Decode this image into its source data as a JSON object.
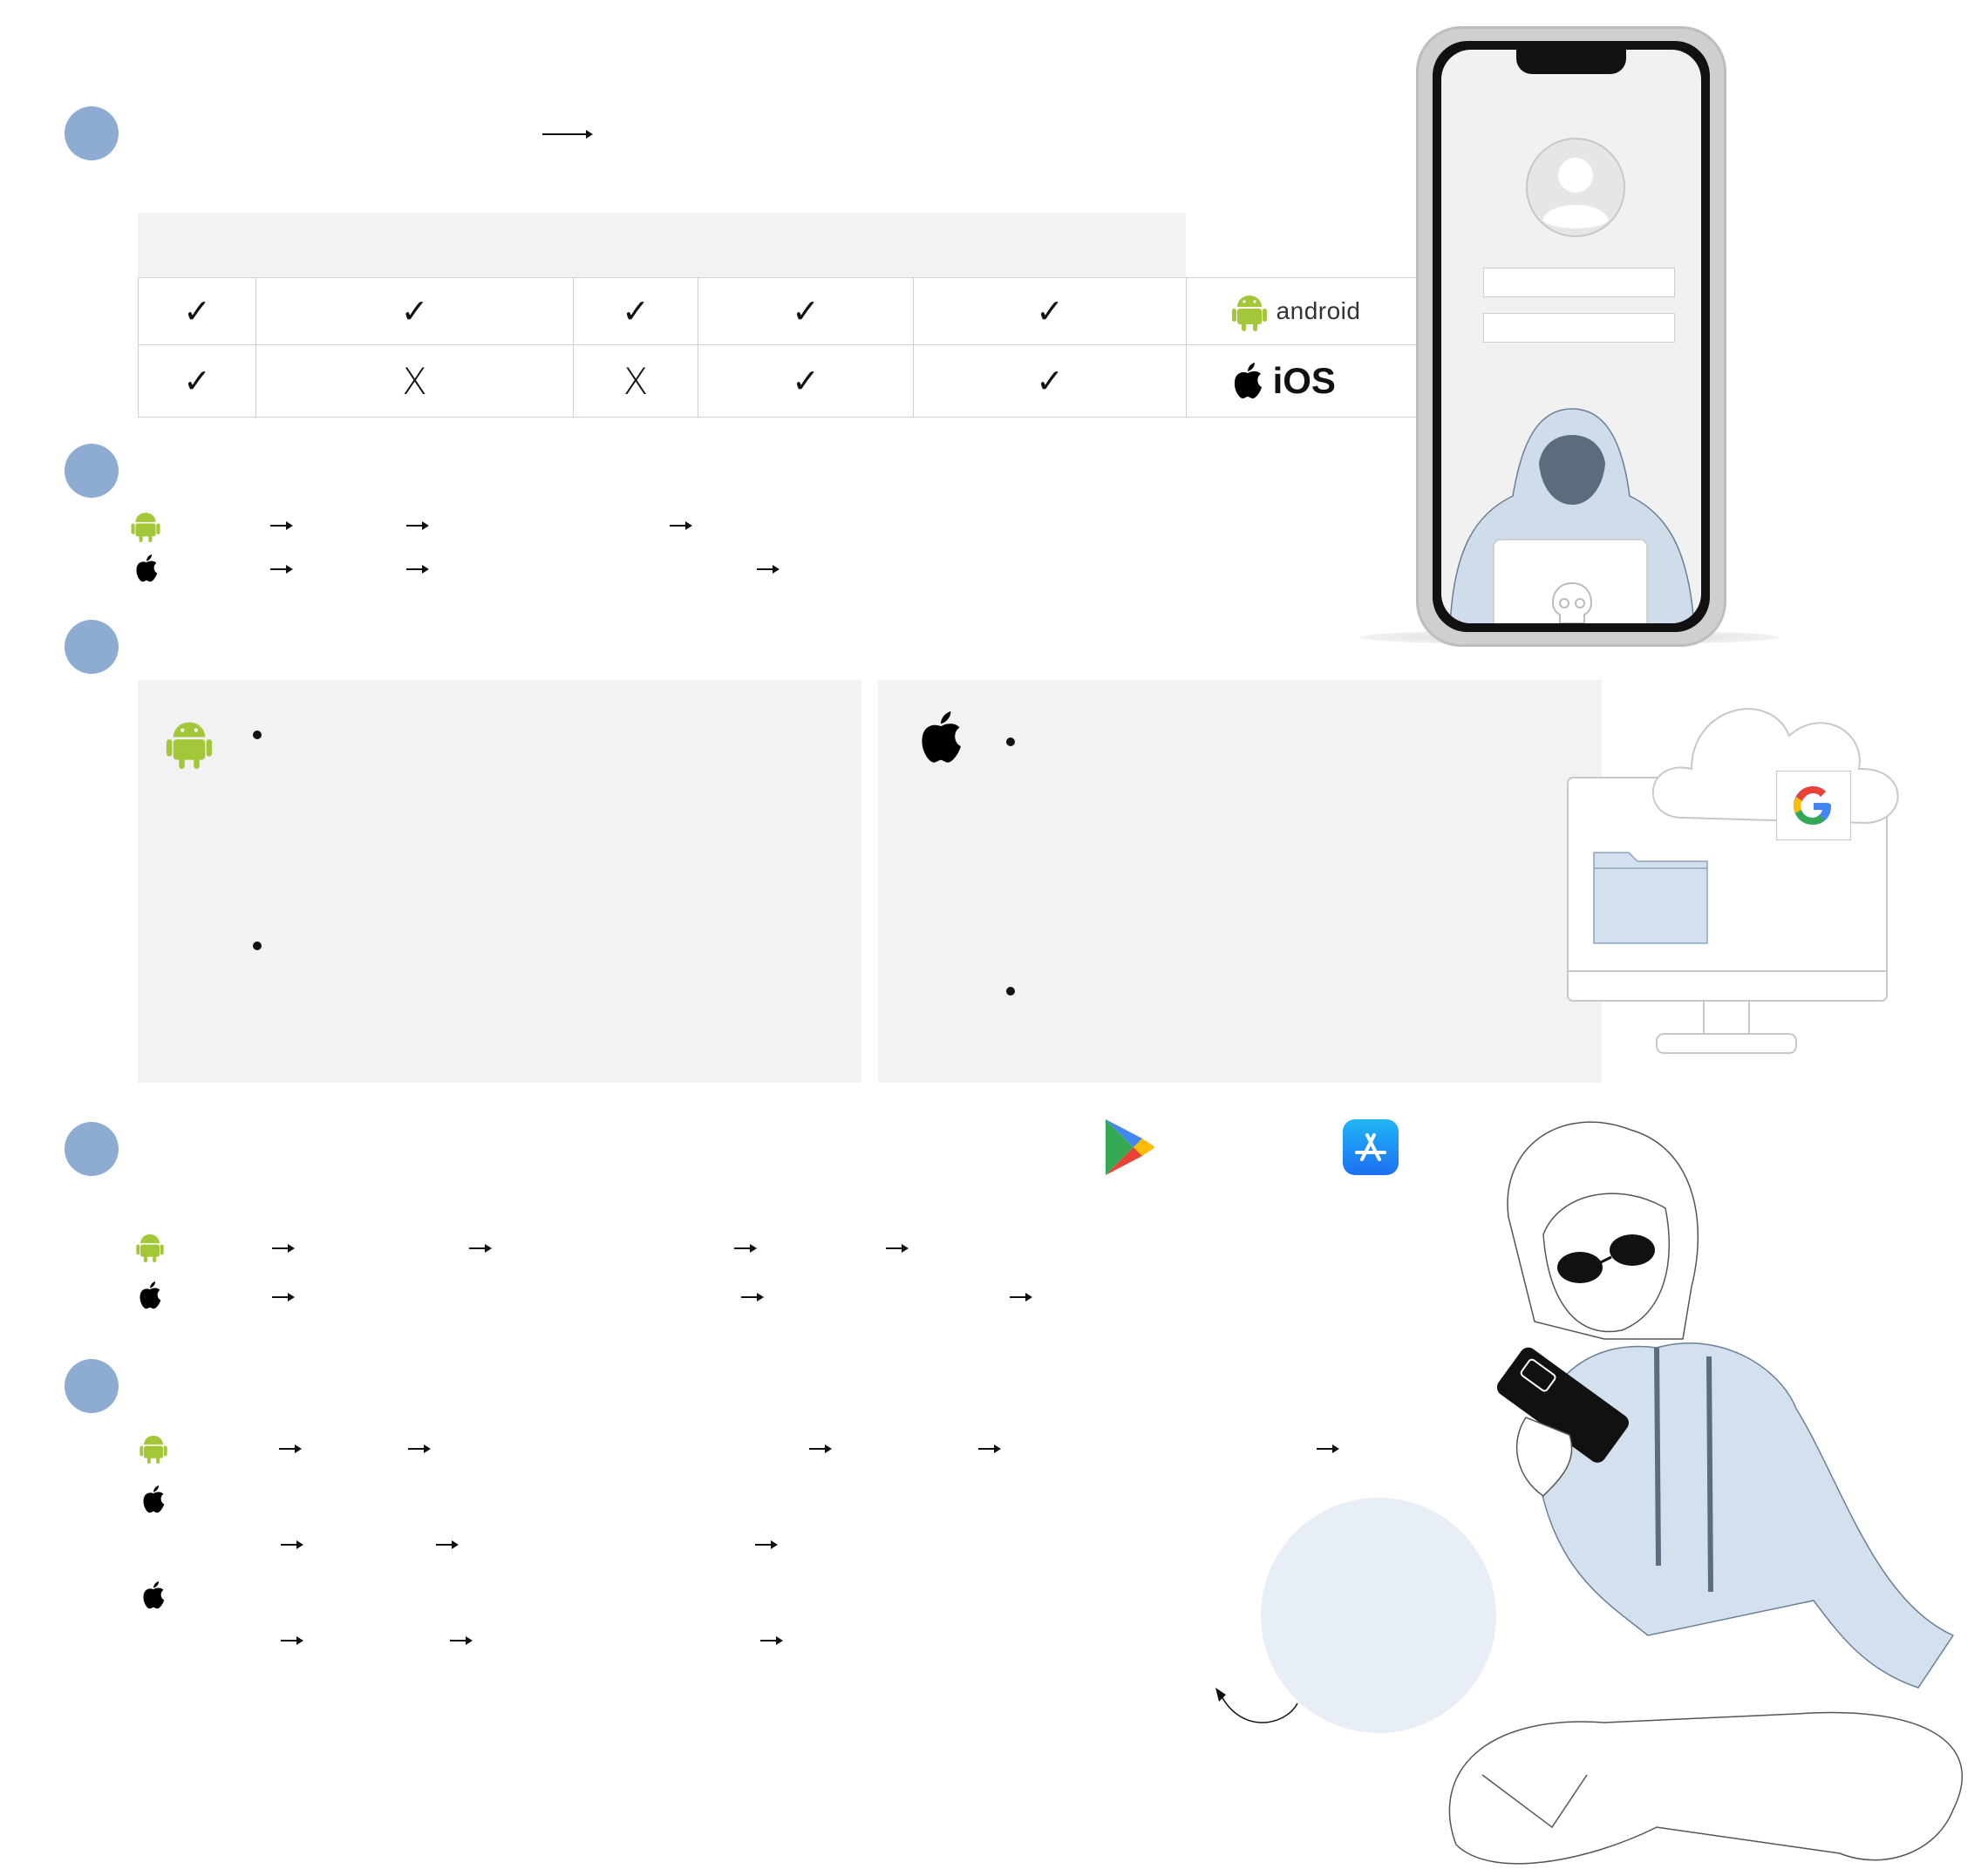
{
  "colors": {
    "step_dot": "#8eabd1",
    "panel_bg": "#f2f2f2",
    "android_green": "#a4c639",
    "hoodie_blue": "#cfdcea",
    "apple_black": "#000000"
  },
  "icons": {
    "android": "android-robot-icon",
    "apple": "apple-logo-icon",
    "google_play": "google-play-icon",
    "app_store": "app-store-icon",
    "google": "google-g-icon",
    "folder": "folder-icon",
    "cloud": "cloud-icon",
    "skull": "skull-icon",
    "avatar": "avatar-icon"
  },
  "compat_table": {
    "rows": [
      {
        "cells": [
          "✓",
          "✓",
          "✓",
          "✓",
          "✓"
        ],
        "os_label": "android"
      },
      {
        "cells": [
          "✓",
          "X",
          "X",
          "✓",
          "✓"
        ],
        "os_label": "iOS"
      }
    ]
  }
}
